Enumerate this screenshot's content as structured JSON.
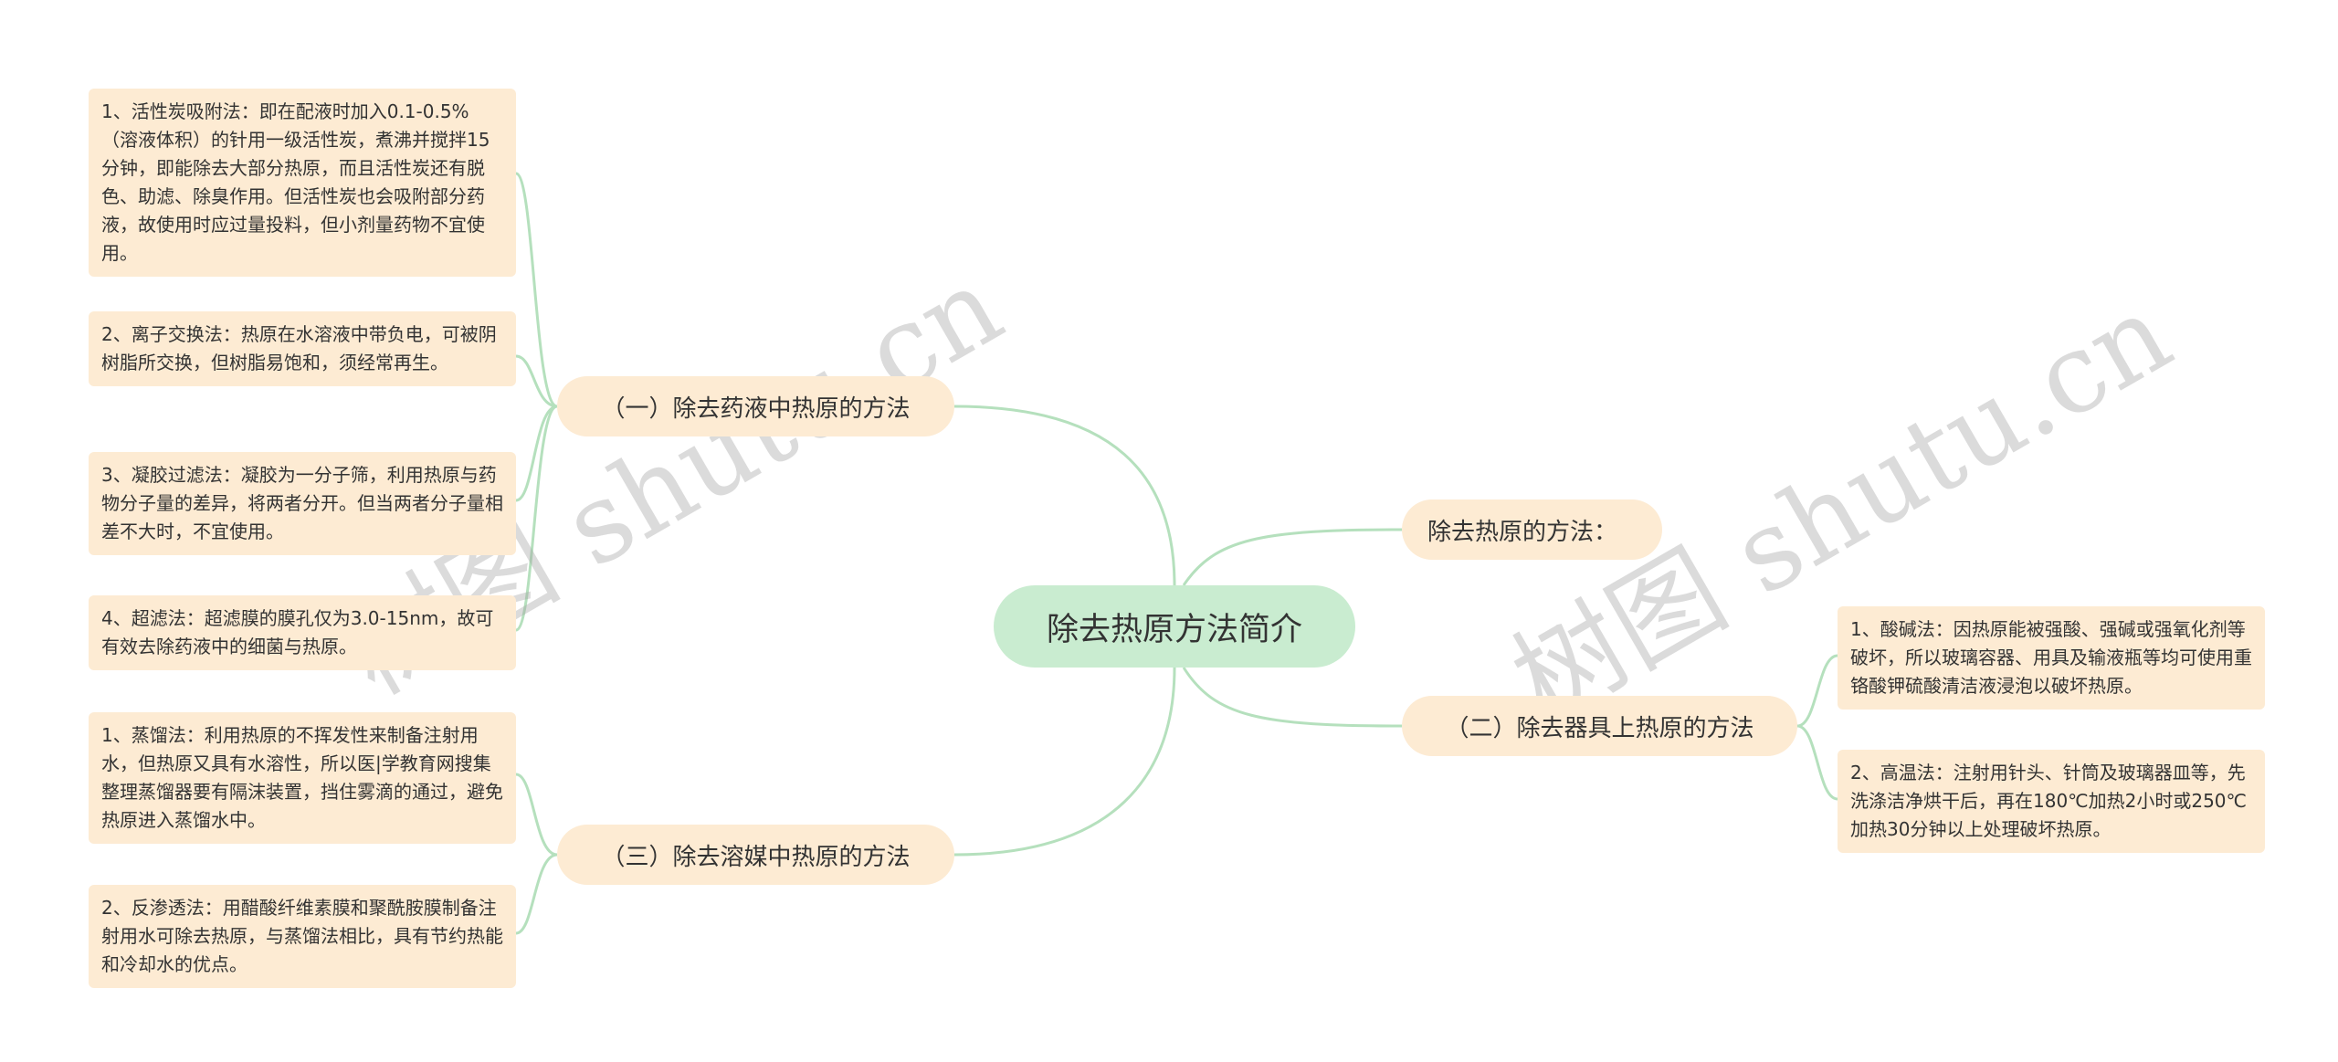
{
  "root": {
    "label": "除去热原方法简介"
  },
  "branches": [
    {
      "label": "（一）除去药液中热原的方法"
    },
    {
      "label": "（三）除去溶媒中热原的方法"
    },
    {
      "label": "除去热原的方法："
    },
    {
      "label": "（二）除去器具上热原的方法"
    }
  ],
  "leaves": {
    "one": [
      "1、活性炭吸附法：即在配液时加入0.1-0.5%（溶液体积）的针用一级活性炭，煮沸并搅拌15分钟，即能除去大部分热原，而且活性炭还有脱色、助滤、除臭作用。但活性炭也会吸附部分药液，故使用时应过量投料，但小剂量药物不宜使用。",
      "2、离子交换法：热原在水溶液中带负电，可被阴树脂所交换，但树脂易饱和，须经常再生。",
      "3、凝胶过滤法：凝胶为一分子筛，利用热原与药物分子量的差异，将两者分开。但当两者分子量相差不大时，不宜使用。",
      "4、超滤法：超滤膜的膜孔仅为3.0-15nm，故可有效去除药液中的细菌与热原。"
    ],
    "three": [
      "1、蒸馏法：利用热原的不挥发性来制备注射用水，但热原又具有水溶性，所以医|学教育网搜集整理蒸馏器要有隔沫装置，挡住雾滴的通过，避免热原进入蒸馏水中。",
      "2、反渗透法：用醋酸纤维素膜和聚酰胺膜制备注射用水可除去热原，与蒸馏法相比，具有节约热能和冷却水的优点。"
    ],
    "two": [
      "1、酸碱法：因热原能被强酸、强碱或强氧化剂等破坏，所以玻璃容器、用具及输液瓶等均可使用重铬酸钾硫酸清洁液浸泡以破坏热原。",
      "2、高温法：注射用针头、针筒及玻璃器皿等，先洗涤洁净烘干后，再在180℃加热2小时或250℃加热30分钟以上处理破坏热原。"
    ]
  },
  "watermark": {
    "text": "树图 shutu.cn"
  },
  "colors": {
    "root_fill": "#c9ecd0",
    "node_fill": "#fdebd3",
    "line": "#b5e0bd"
  }
}
